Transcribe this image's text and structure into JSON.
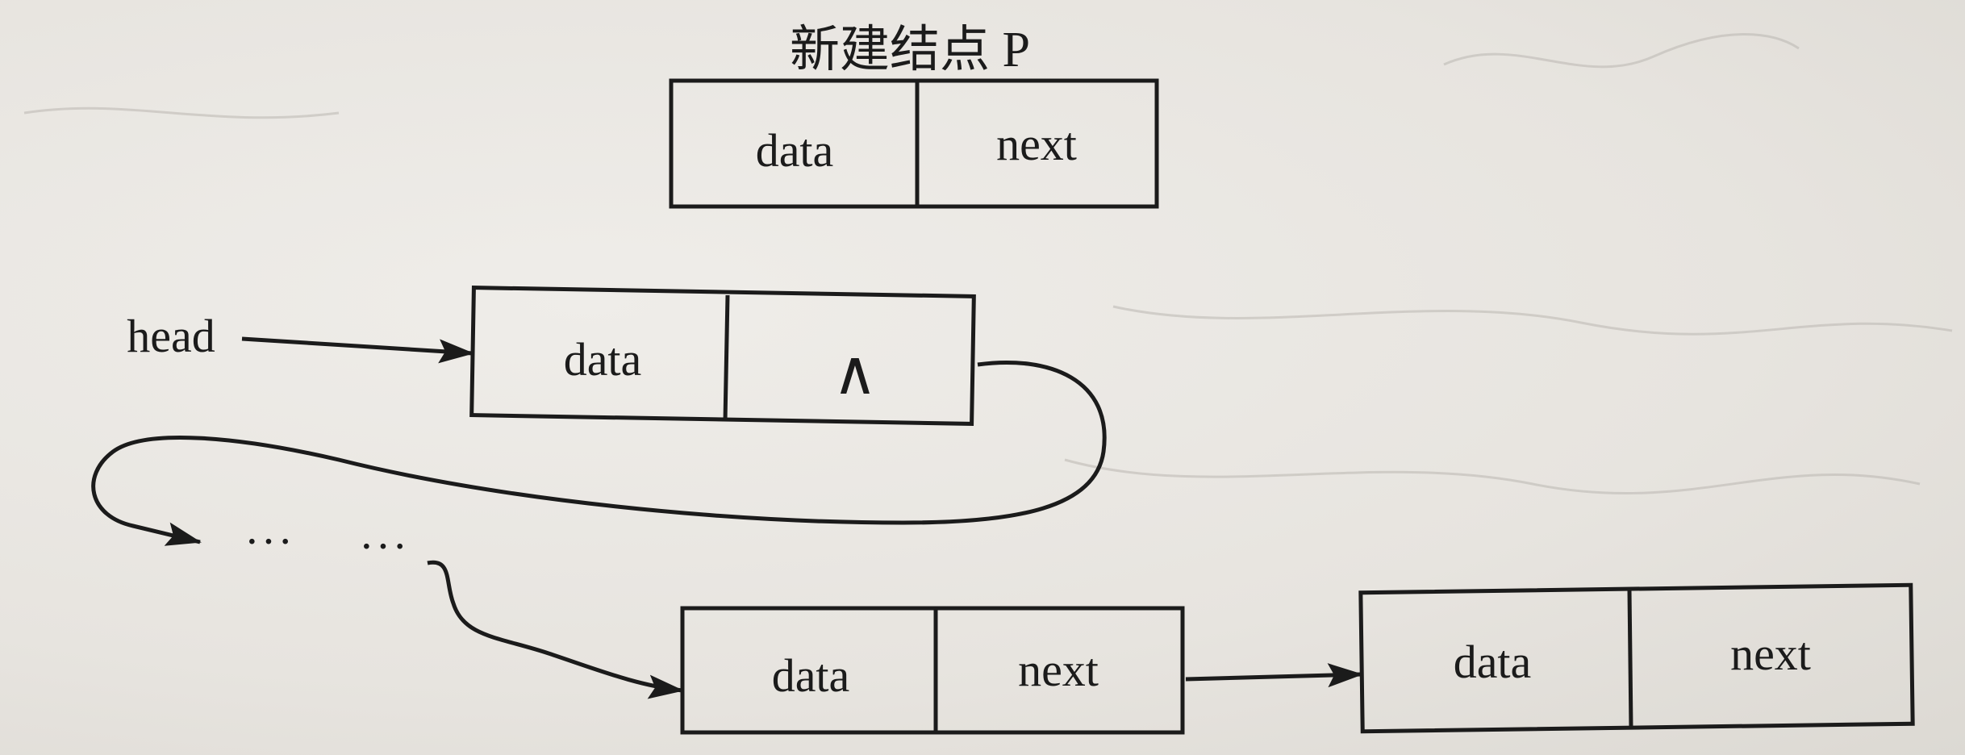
{
  "new_node": {
    "title": "新建结点 P",
    "field_data": "data",
    "field_next": "next"
  },
  "head_label": "head",
  "head_node": {
    "field_data": "data",
    "null_symbol": "∧"
  },
  "ellipsis": {
    "left": "···",
    "right": "···"
  },
  "middle_node": {
    "field_data": "data",
    "field_next": "next"
  },
  "last_node": {
    "field_data": "data",
    "field_next": "next"
  }
}
